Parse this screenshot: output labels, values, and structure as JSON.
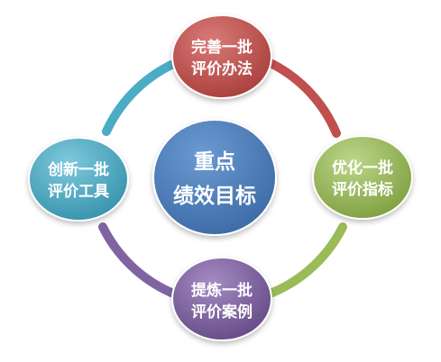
{
  "colors": {
    "top": "#c0504d",
    "right": "#9bbb59",
    "bottom": "#8064a2",
    "left": "#4bacc6",
    "center": "#4f81bd"
  },
  "center": {
    "line1": "重点",
    "line2": "绩效目标"
  },
  "nodes": {
    "top": {
      "line1": "完善一批",
      "line2": "评价办法"
    },
    "right": {
      "line1": "优化一批",
      "line2": "评价指标"
    },
    "bottom": {
      "line1": "提炼一批",
      "line2": "评价案例"
    },
    "left": {
      "line1": "创新一批",
      "line2": "评价工具"
    }
  }
}
